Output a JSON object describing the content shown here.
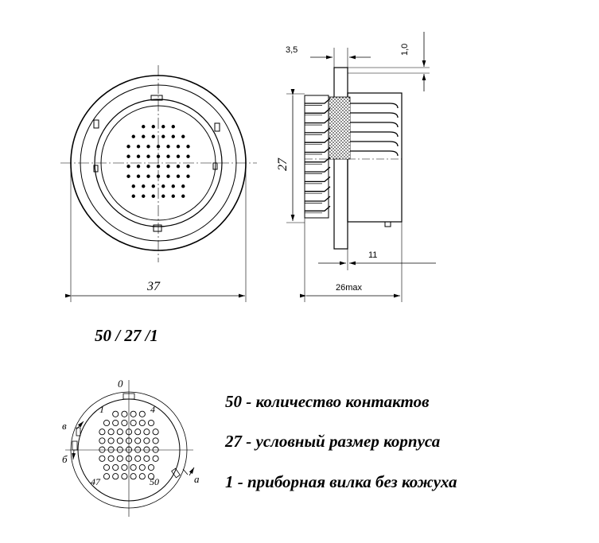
{
  "front_view": {
    "diameter_label": "37"
  },
  "side_view": {
    "dim_35": "3,5",
    "dim_10": "1,0",
    "dim_27": "27",
    "dim_11": "11",
    "dim_26max": "26max"
  },
  "code_label": "50 / 27 /1",
  "pin_diagram": {
    "mark_0": "0",
    "mark_v": "в",
    "mark_b": "б",
    "mark_a": "а",
    "pin_1": "1",
    "pin_4": "4",
    "pin_47": "47",
    "pin_50": "50"
  },
  "legend": [
    "50 - количество контактов",
    "27 - условный размер корпуса",
    "1 - приборная вилка без кожуха"
  ]
}
